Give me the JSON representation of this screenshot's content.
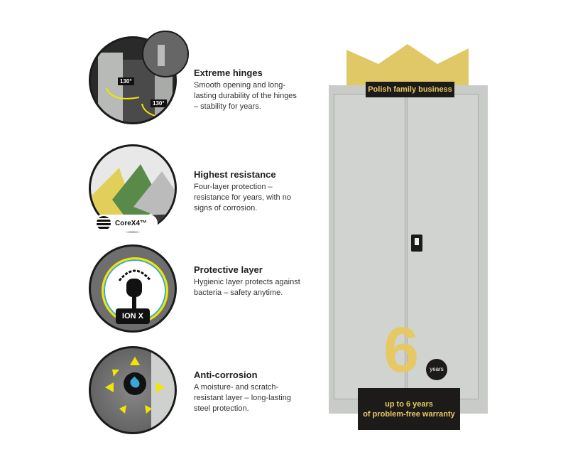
{
  "features": [
    {
      "title": "Extreme hinges",
      "description": "Smooth opening and long-lasting durability of the hinges – stability for years.",
      "angle_labels": [
        "130°",
        "130°"
      ]
    },
    {
      "title": "Highest resistance",
      "description": "Four-layer protection – resistance for years, with no signs of corrosion.",
      "logo": "CoreX4™"
    },
    {
      "title": "Protective layer",
      "description": "Hygienic layer protects against bacteria – safety anytime.",
      "logo": "ION X"
    },
    {
      "title": "Anti-corrosion",
      "description": "A moisture- and scratch-resistant layer – long-lasting steel protection."
    }
  ],
  "product": {
    "top_badge": "Polish family business",
    "warranty_number": "6",
    "warranty_unit": "years",
    "warranty_text_line1": "up to 6 years",
    "warranty_text_line2": "of problem-free warranty"
  },
  "colors": {
    "gold": "#e0c866",
    "dark": "#1d1b19",
    "cabinet": "#d1d3d0"
  }
}
